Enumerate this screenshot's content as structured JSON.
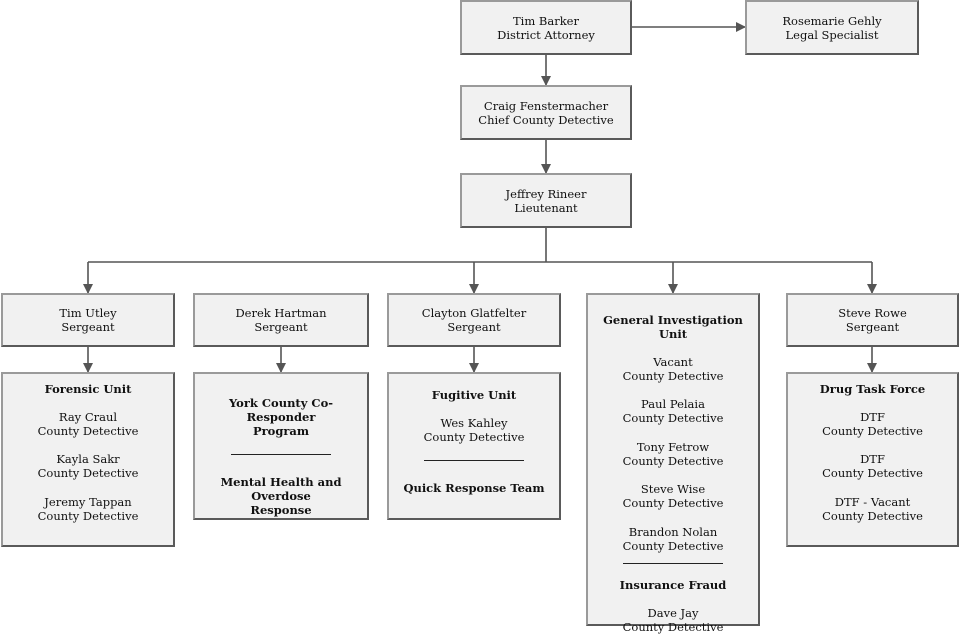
{
  "nodes": {
    "da": {
      "name": "Tim Barker",
      "title": "District Attorney"
    },
    "legal": {
      "name": "Rosemarie Gehly",
      "title": "Legal Specialist"
    },
    "chief": {
      "name": "Craig Fenstermacher",
      "title": "Chief County Detective"
    },
    "lt": {
      "name": "Jeffrey Rineer",
      "title": "Lieutenant"
    },
    "sgt_utley": {
      "name": "Tim Utley",
      "title": "Sergeant"
    },
    "sgt_hartman": {
      "name": "Derek Hartman",
      "title": "Sergeant"
    },
    "sgt_glatfelter": {
      "name": "Clayton Glatfelter",
      "title": "Sergeant"
    },
    "sgt_rowe": {
      "name": "Steve Rowe",
      "title": "Sergeant"
    }
  },
  "forensic": {
    "title": "Forensic Unit",
    "members": [
      {
        "name": "Ray Craul",
        "title": "County Detective"
      },
      {
        "name": "Kayla Sakr",
        "title": "County Detective"
      },
      {
        "name": "Jeremy Tappan",
        "title": "County Detective"
      }
    ]
  },
  "coresponder": {
    "title_line1": "York County Co-Responder",
    "title_line2": "Program",
    "title2_line1": "Mental Health and Overdose",
    "title2_line2": "Response"
  },
  "fugitive": {
    "title": "Fugitive Unit",
    "members": [
      {
        "name": "Wes Kahley",
        "title": "County Detective"
      }
    ],
    "title2": "Quick Response Team"
  },
  "giu": {
    "title": "General Investigation Unit",
    "members": [
      {
        "name": "Vacant",
        "title": "County Detective"
      },
      {
        "name": "Paul Pelaia",
        "title": "County Detective"
      },
      {
        "name": "Tony Fetrow",
        "title": "County Detective"
      },
      {
        "name": "Steve Wise",
        "title": "County Detective"
      },
      {
        "name": "Brandon Nolan",
        "title": "County Detective"
      }
    ],
    "title2": "Insurance Fraud",
    "members2": [
      {
        "name": "Dave Jay",
        "title": "County Detective"
      }
    ]
  },
  "dtf": {
    "title": "Drug Task Force",
    "members": [
      {
        "name": "DTF",
        "title": "County Detective"
      },
      {
        "name": "DTF",
        "title": "County Detective"
      },
      {
        "name": "DTF - Vacant",
        "title": "County Detective"
      }
    ]
  }
}
